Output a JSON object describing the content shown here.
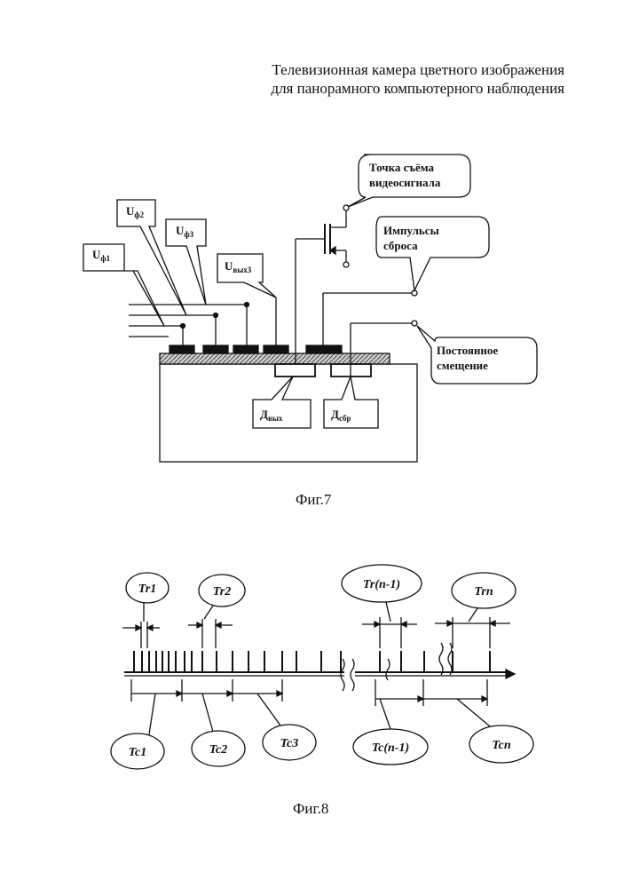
{
  "header": {
    "line1": "Телевизионная камера цветного изображения",
    "line2": "для панорамного компьютерного наблюдения"
  },
  "fig7": {
    "caption": "Фиг.7",
    "labels": {
      "u_f1_main": "U",
      "u_f1_sub": "ф1",
      "u_f2_main": "U",
      "u_f2_sub": "ф2",
      "u_f3_main": "U",
      "u_f3_sub": "ф3",
      "u_out_main": "U",
      "u_out_sub": "вых3",
      "tap_line1": "Точка съёма",
      "tap_line2": "видеосигнала",
      "reset_line1": "Импульсы",
      "reset_line2": "сброса",
      "bias_line1": "Постоянное",
      "bias_line2": "смещение",
      "d_out_main": "Д",
      "d_out_sub": "вых",
      "d_reset_main": "Д",
      "d_reset_sub": "сбр"
    }
  },
  "fig8": {
    "caption": "Фиг.8",
    "labels": {
      "tr1": "Tr1",
      "tr2": "Tr2",
      "tr_n1": "Tr(n-1)",
      "trn": "Trn",
      "tc1": "Tc1",
      "tc2": "Tc2",
      "tc3": "Tc3",
      "tc_n1": "Tc(n-1)",
      "tcn": "Tcn"
    }
  }
}
